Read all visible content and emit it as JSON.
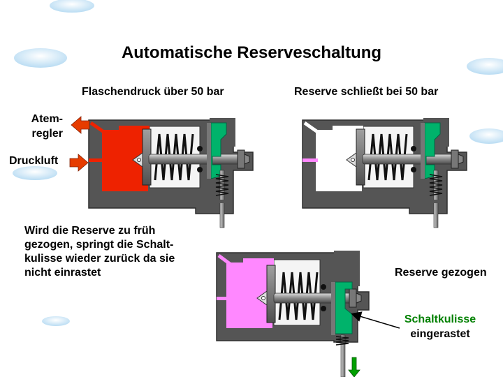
{
  "title": "Automatische Reserveschaltung",
  "caption_left": "Flaschendruck über 50 bar",
  "caption_right": "Reserve schließt bei 50 bar",
  "label_atemregler": "Atem-regler",
  "label_atemregler_line1": "Atem-",
  "label_atemregler_line2": "regler",
  "label_druckluft": "Druckluft",
  "note": "Wird die Reserve zu früh gezogen, springt die Schalt-kulisse wieder zurück da sie nicht einrastet",
  "caption_bottom": "Reserve gezogen",
  "callout_line1": "Schaltkulisse",
  "callout_line2": "eingerastet",
  "colors": {
    "pressure_high": "#ee2200",
    "pressure_low": "#ff88ff",
    "valve_body": "#555555",
    "detent": "#00b36b",
    "arrow_red": "#e63c00",
    "arrow_green": "#00a000",
    "callout_green": "#008000"
  }
}
